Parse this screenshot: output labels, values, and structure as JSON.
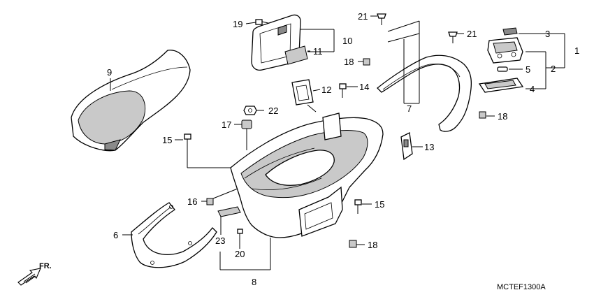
{
  "diagram": {
    "code": "MCTEF1300A",
    "direction_label": "FR.",
    "callouts": [
      "1",
      "2",
      "3",
      "4",
      "5",
      "6",
      "7",
      "8",
      "9",
      "10",
      "11",
      "12",
      "13",
      "14",
      "15",
      "15",
      "16",
      "17",
      "18",
      "18",
      "18",
      "19",
      "20",
      "21",
      "21",
      "22",
      "23"
    ]
  }
}
